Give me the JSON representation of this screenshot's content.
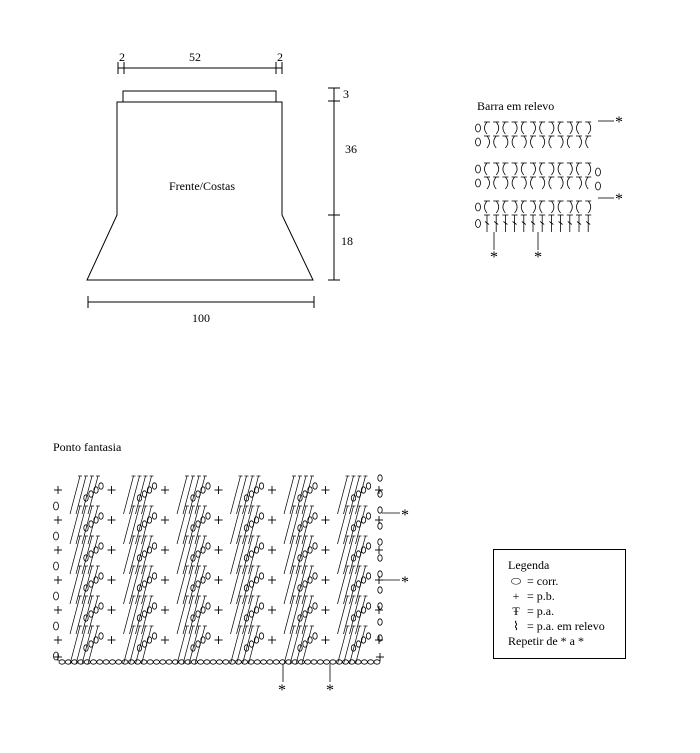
{
  "schematic": {
    "label": "Frente/Costas",
    "dim_top_left": "2",
    "dim_top_mid": "52",
    "dim_top_right": "2",
    "dim_right_top": "3",
    "dim_right_mid": "36",
    "dim_right_bottom": "18",
    "dim_bottom": "100"
  },
  "barra": {
    "title": "Barra em relevo",
    "repeat_mark": "*"
  },
  "ponto": {
    "title": "Ponto fantasia",
    "repeat_mark": "*"
  },
  "legend": {
    "title": "Legenda",
    "items": [
      {
        "symbol": "⬭",
        "text": "= corr."
      },
      {
        "symbol": "+",
        "text": "= p.b."
      },
      {
        "symbol": "Ŧ",
        "text": "= p.a."
      },
      {
        "symbol": "⌇",
        "text": "= p.a. em relevo"
      }
    ],
    "note": "Repetir de * a *"
  }
}
